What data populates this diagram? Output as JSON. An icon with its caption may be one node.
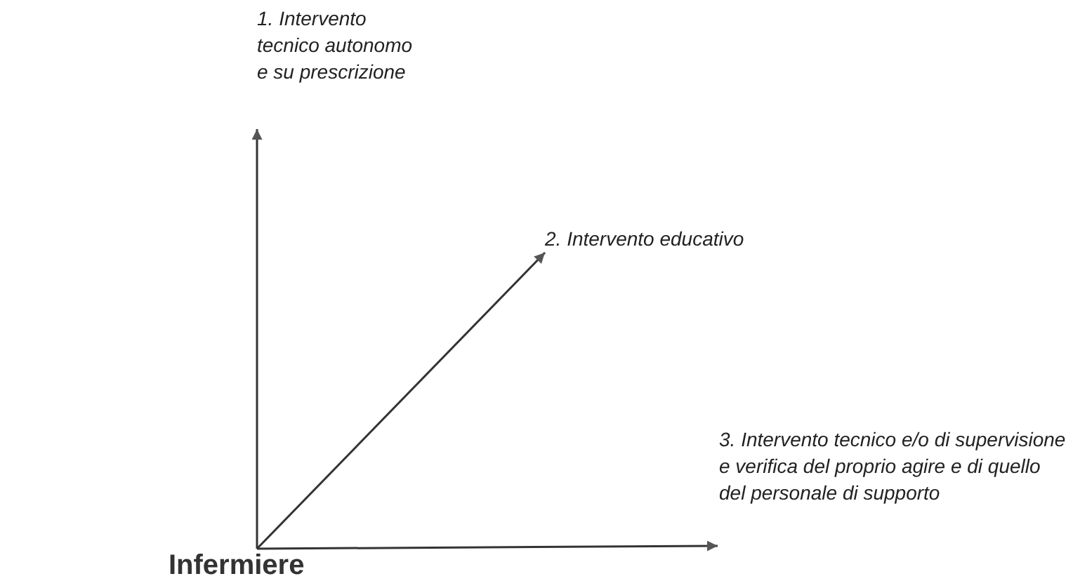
{
  "diagram": {
    "nodes": [
      {
        "text": [
          "1. Intervento tecnico autonomo e su prescrizione"
        ]
      },
      {
        "text": [
          "2. Intervento educativo"
        ]
      },
      {
        "text": [
          "3. Intervento tecnico e/o di supervisione e verifica del proprio agire e di quello del personale di supporto"
        ]
      },
      {
        "text": [
          "Infermiere"
        ]
      }
    ],
    "edges": [
      {
        "from": 3,
        "to": 0,
        "arrow": "to"
      },
      {
        "from": 3,
        "to": 1,
        "arrow": "to"
      },
      {
        "from": 3,
        "to": 2,
        "arrow": "to"
      }
    ]
  }
}
